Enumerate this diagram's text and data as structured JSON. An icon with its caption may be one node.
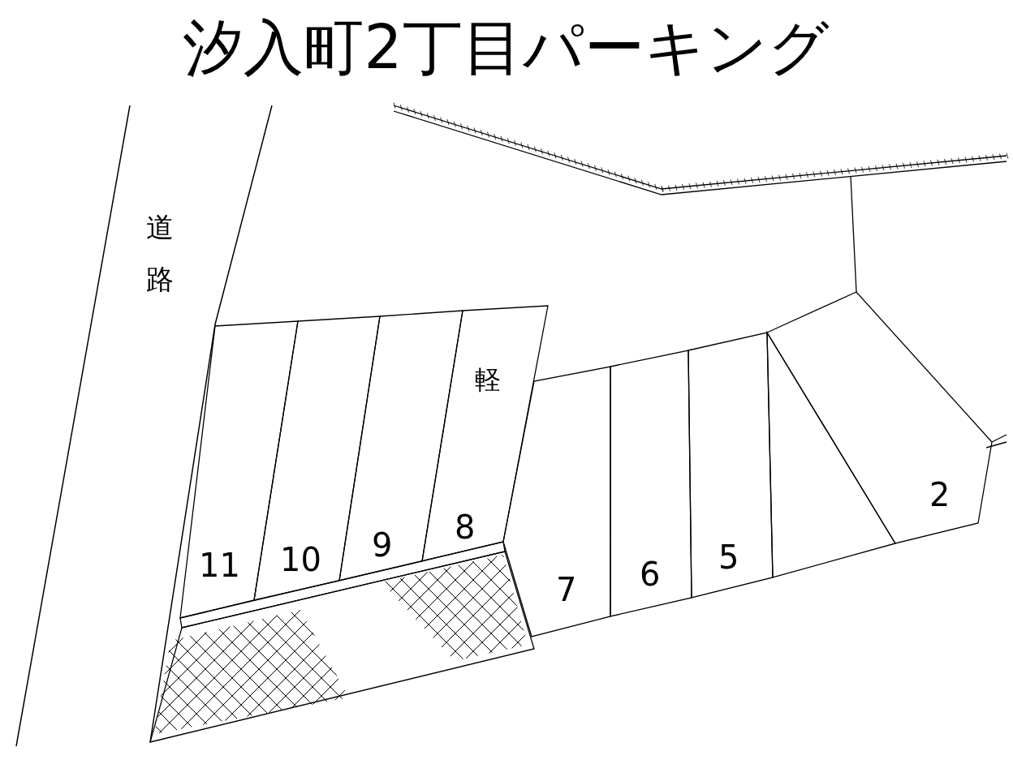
{
  "diagram": {
    "title": "汐入町2丁目パーキング",
    "nodes": [
      {
        "text": [
          "11"
        ]
      },
      {
        "text": [
          "10"
        ]
      },
      {
        "text": [
          "9"
        ]
      },
      {
        "text": [
          "軽",
          "8"
        ]
      },
      {
        "text": [
          "7"
        ]
      },
      {
        "text": [
          "6"
        ]
      },
      {
        "text": [
          "5"
        ]
      },
      {
        "text": [],
        "shape": "box"
      },
      {
        "text": [
          "2"
        ]
      }
    ],
    "labels": [
      "道路"
    ]
  }
}
